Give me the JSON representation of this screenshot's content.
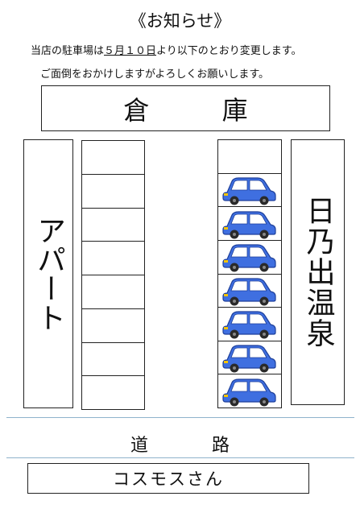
{
  "notice": {
    "title": "《お知らせ》",
    "line1_prefix": "当店の駐車場は",
    "line1_date": "５月１０日",
    "line1_suffix": "より以下のとおり変更します。",
    "line2": "ご面倒をおかけしますがよろしくお願いします。"
  },
  "map": {
    "warehouse": "倉 庫",
    "apartment": "アパート",
    "onsen": "日乃出温泉",
    "road": "道 路",
    "cosmos": "コスモスさん",
    "left_slots": 8,
    "right_slots": 8,
    "right_cars": [
      false,
      true,
      true,
      true,
      true,
      true,
      true,
      true
    ],
    "colors": {
      "car_body": "#3f6fe0",
      "car_window": "#ffffff",
      "car_light": "#f4c400",
      "tire": "#2a2a2a"
    }
  }
}
